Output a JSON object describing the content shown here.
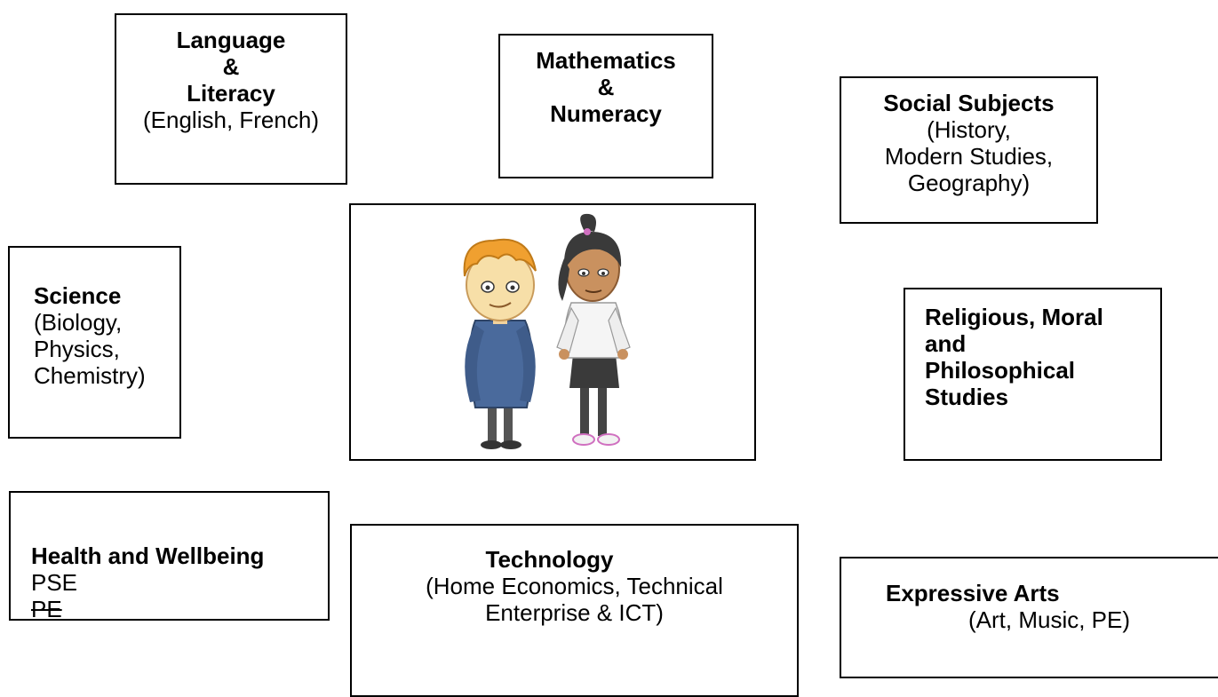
{
  "boxes": {
    "language": {
      "title_line1": "Language",
      "title_line2": "&",
      "title_line3": "Literacy",
      "detail": "(English, French)"
    },
    "maths": {
      "title_line1": "Mathematics",
      "title_line2": "&",
      "title_line3": "Numeracy"
    },
    "social": {
      "title": "Social Subjects",
      "detail_line1": "(History,",
      "detail_line2": "Modern Studies,",
      "detail_line3": "Geography)"
    },
    "science": {
      "title": "Science",
      "detail_line1": "(Biology,",
      "detail_line2": "Physics,",
      "detail_line3": "Chemistry)"
    },
    "rmps": {
      "line1": "Religious, Moral",
      "line2": "and",
      "line3": "Philosophical",
      "line4": "Studies"
    },
    "health": {
      "title": "Health and Wellbeing",
      "item1": "PSE",
      "item2": "PE"
    },
    "technology": {
      "title": "Technology",
      "detail_line1": "(Home Economics, Technical",
      "detail_line2": "Enterprise & ICT)"
    },
    "arts": {
      "title": "Expressive Arts",
      "detail": "(Art, Music, PE)"
    }
  },
  "picture": {
    "icon": "two-students-cartoon-icon"
  },
  "colors": {
    "border": "#000000",
    "boy_hair": "#f0a030",
    "boy_jumper": "#4a6a9c",
    "girl_hair": "#3a3a3a",
    "girl_shirt": "#f5f5f5",
    "girl_accent": "#d070c0"
  }
}
